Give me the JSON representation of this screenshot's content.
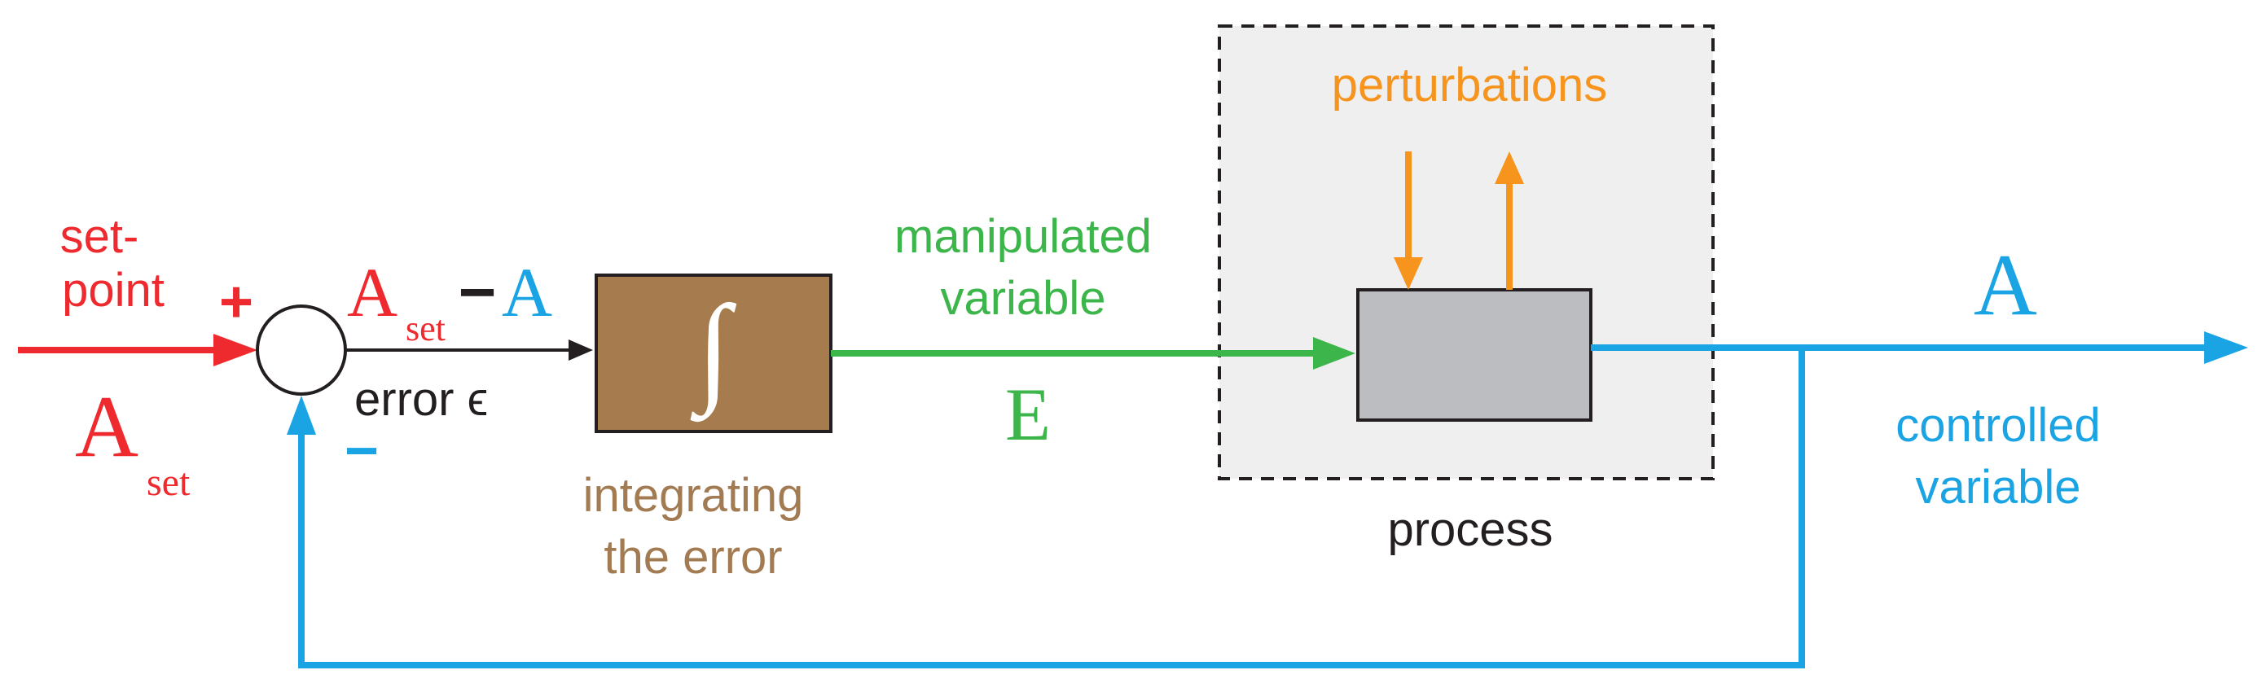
{
  "colors": {
    "setpoint": "#ee2a2f",
    "feedback": "#1aa4e4",
    "manipulated": "#3cb54a",
    "perturbation": "#f7941d",
    "integrator_fill": "#a67c4e",
    "integrator_label": "#a37b52",
    "process_fill": "#bcbdc0",
    "process_region": "#eeefee",
    "error_line": "#231f20"
  },
  "labels": {
    "setpoint_line1": "set-",
    "setpoint_line2": "point",
    "plus_sign": "+",
    "minus_sign": "−",
    "a_set_main": "A",
    "a_set_sub": "set",
    "diff_a1": "A",
    "diff_sub": "set",
    "diff_minus": "−",
    "diff_a2": "A",
    "error_text": "error ϵ",
    "integral_symbol": "∫",
    "integrating_line1": "integrating",
    "integrating_line2": "the error",
    "manipulated_line1": "manipulated",
    "manipulated_line2": "variable",
    "e_symbol": "E",
    "perturbations": "perturbations",
    "process": "process",
    "a_output": "A",
    "controlled_line1": "controlled",
    "controlled_line2": "variable"
  },
  "icons": {
    "summing_junction": "circle-icon",
    "integrator": "integral-block",
    "process_block": "rectangle-block"
  }
}
